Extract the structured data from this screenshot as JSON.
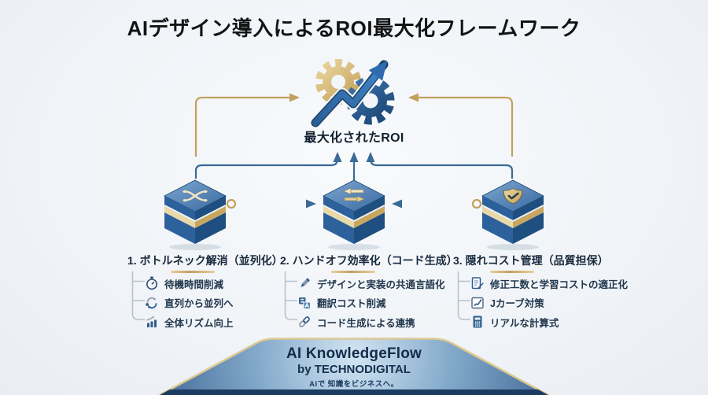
{
  "title": "AIデザイン導入によるROI最大化フレームワーク",
  "roi_node": {
    "label": "最大化されたROI",
    "icon": "gear-growth-arrow-icon"
  },
  "columns": [
    {
      "header": "1. ボトルネック解消（並列化）",
      "cube_icon": "branch-split-icon",
      "items": [
        {
          "icon": "stopwatch-icon",
          "label": "待機時間削減"
        },
        {
          "icon": "cycle-arrows-icon",
          "label": "直列から並列へ"
        },
        {
          "icon": "bar-chart-up-icon",
          "label": "全体リズム向上"
        }
      ]
    },
    {
      "header": "2. ハンドオフ効率化（コード生成）",
      "cube_icon": "swap-arrows-icon",
      "items": [
        {
          "icon": "pencil-icon",
          "label": "デザインと実装の共通言語化"
        },
        {
          "icon": "translate-icon",
          "label": "翻訳コスト削減"
        },
        {
          "icon": "link-icon",
          "label": "コード生成による連携"
        }
      ]
    },
    {
      "header": "3. 隠れコスト管理（品質担保）",
      "cube_icon": "shield-check-icon",
      "items": [
        {
          "icon": "document-edit-icon",
          "label": "修正工数と学習コストの適正化"
        },
        {
          "icon": "line-chart-icon",
          "label": "Jカーブ対策"
        },
        {
          "icon": "calculator-icon",
          "label": "リアルな計算式"
        }
      ]
    }
  ],
  "footer": {
    "brand": "AI KnowledgeFlow",
    "byline": "by TECHNODIGITAL",
    "tagline": "AIで 知識をビジネスへ。"
  },
  "colors": {
    "gold": "#C2A05E",
    "arrow_blue": "#3A6A97",
    "cube_blue": "#2C619C",
    "cube_dark_blue": "#1F4E80",
    "navy_text": "#18293B",
    "banner_navy": "#1B3B60",
    "background": "#F3F6F9"
  }
}
